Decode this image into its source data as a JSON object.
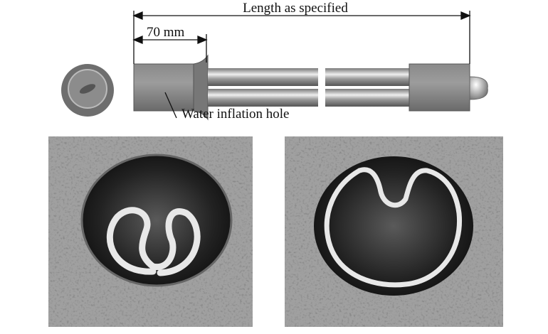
{
  "figure": {
    "labels": {
      "length": "Length as specified",
      "end_length": "70 mm",
      "hole": "Water inflation hole"
    },
    "photos": [
      "folded-bolt-before-inflation",
      "bolt-after-inflation"
    ]
  }
}
